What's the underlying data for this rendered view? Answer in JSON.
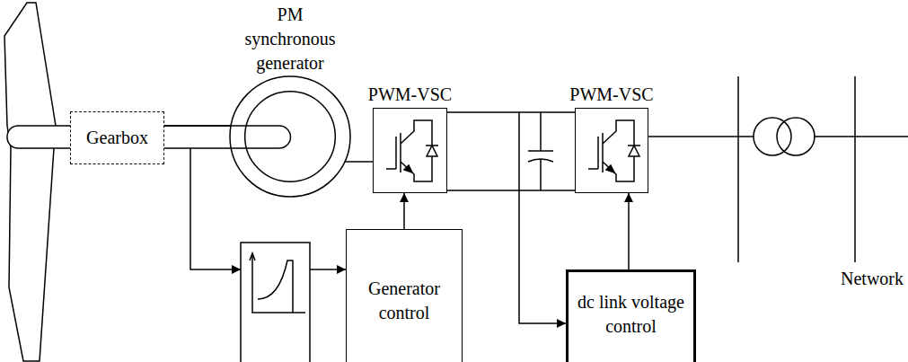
{
  "diagram": {
    "nodes": [
      {
        "text": [
          "Gearbox"
        ]
      },
      {
        "text": [
          "PM synchronous generator"
        ]
      },
      {
        "text": [
          "PWM-VSC"
        ]
      },
      {
        "text": [
          "PWM-VSC"
        ]
      },
      {
        "text": [
          "Generator control"
        ]
      },
      {
        "text": [
          "dc link voltage control"
        ]
      }
    ],
    "edges": [
      {
        "from": 0,
        "to": 1,
        "arrow": "none"
      },
      {
        "from": 1,
        "to": 2,
        "arrow": "none"
      },
      {
        "from": 2,
        "to": 3,
        "arrow": "none"
      },
      {
        "from": 4,
        "to": 2,
        "arrow": "to"
      },
      {
        "from": 5,
        "to": 3,
        "arrow": "to"
      }
    ],
    "labels": [
      "Network"
    ]
  }
}
